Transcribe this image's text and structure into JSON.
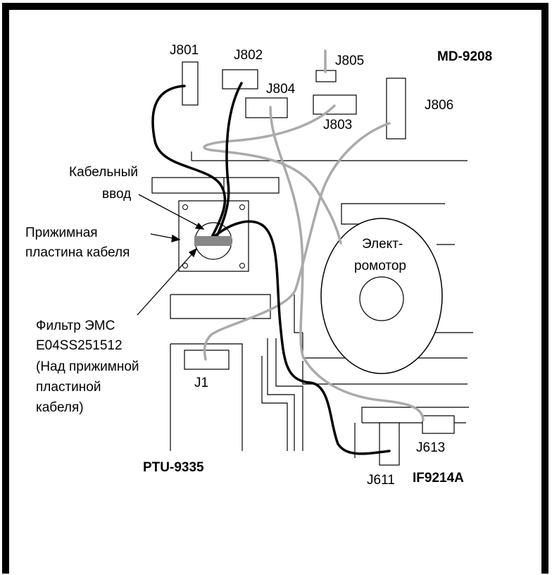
{
  "boards": {
    "md": "MD-9208",
    "ptu": "PTU-9335",
    "if": "IF9214A"
  },
  "connectors": {
    "j801": "J801",
    "j802": "J802",
    "j803": "J803",
    "j804": "J804",
    "j805": "J805",
    "j806": "J806",
    "j1": "J1",
    "j611": "J611",
    "j613": "J613"
  },
  "labels": {
    "cable_entry_1": "Кабельный",
    "cable_entry_2": "ввод",
    "clamp_plate_1": "Прижимная",
    "clamp_plate_2": "пластина кабеля",
    "motor_1": "Элект-",
    "motor_2": "ромотор",
    "filter_1": "Фильтр ЭМС",
    "filter_2": "E04SS251512",
    "filter_3": "(Над прижимной",
    "filter_4": "пластиной",
    "filter_5": "кабеля)"
  },
  "colors": {
    "border": "#000000",
    "black_cable": "#000000",
    "grey_cable": "#aaaaaa",
    "filter_block": "#888888",
    "line": "#000000"
  }
}
